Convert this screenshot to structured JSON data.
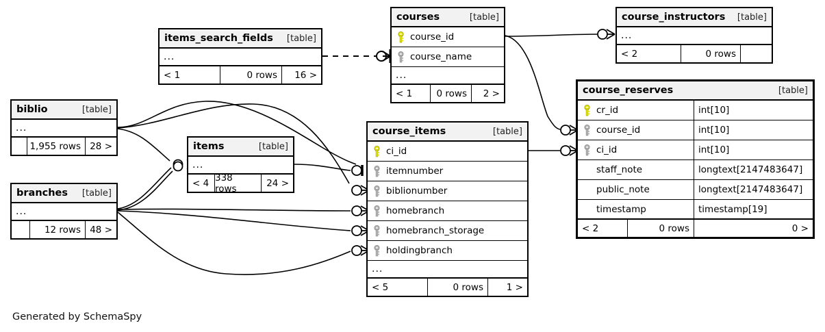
{
  "diagram": {
    "caption": "Generated by SchemaSpy",
    "table_tag": "[table]",
    "ellipsis": "...",
    "colors": {
      "primary_key": "#e8e80c",
      "foreign_key": "#b3b3b3",
      "header_bg": "#f2f2f2",
      "border": "#000000",
      "background": "#ffffff"
    }
  },
  "tables": [
    {
      "id": "items_search_fields",
      "name": "items_search_fields",
      "tag": "[table]",
      "has_ellipsis_row": true,
      "columns": [],
      "footer": {
        "left": "< 1",
        "mid": "0 rows",
        "right": "16 >",
        "blank": false
      }
    },
    {
      "id": "courses",
      "name": "courses",
      "tag": "[table]",
      "has_ellipsis_row": true,
      "columns": [
        {
          "name": "course_id",
          "key": "primary",
          "type": ""
        },
        {
          "name": "course_name",
          "key": "foreign",
          "type": ""
        }
      ],
      "footer": {
        "left": "< 1",
        "mid": "0 rows",
        "right": "2 >",
        "blank": false
      }
    },
    {
      "id": "course_instructors",
      "name": "course_instructors",
      "tag": "[table]",
      "has_ellipsis_row": true,
      "columns": [],
      "footer": {
        "left": "< 2",
        "mid": "0 rows",
        "right": "",
        "blank": true
      }
    },
    {
      "id": "biblio",
      "name": "biblio",
      "tag": "[table]",
      "has_ellipsis_row": true,
      "columns": [],
      "footer": {
        "left": "",
        "mid": "1,955 rows",
        "right": "28 >",
        "blank": false
      }
    },
    {
      "id": "branches",
      "name": "branches",
      "tag": "[table]",
      "has_ellipsis_row": true,
      "columns": [],
      "footer": {
        "left": "",
        "mid": "12 rows",
        "right": "48 >",
        "blank": false
      }
    },
    {
      "id": "items",
      "name": "items",
      "tag": "[table]",
      "has_ellipsis_row": true,
      "columns": [],
      "footer": {
        "left": "< 4",
        "mid": "338 rows",
        "right": "24 >",
        "blank": false
      }
    },
    {
      "id": "course_items",
      "name": "course_items",
      "tag": "[table]",
      "has_ellipsis_row": true,
      "columns": [
        {
          "name": "ci_id",
          "key": "primary",
          "type": ""
        },
        {
          "name": "itemnumber",
          "key": "foreign",
          "type": ""
        },
        {
          "name": "biblionumber",
          "key": "foreign",
          "type": ""
        },
        {
          "name": "homebranch",
          "key": "foreign",
          "type": ""
        },
        {
          "name": "homebranch_storage",
          "key": "foreign",
          "type": ""
        },
        {
          "name": "holdingbranch",
          "key": "foreign",
          "type": ""
        }
      ],
      "footer": {
        "left": "< 5",
        "mid": "0 rows",
        "right": "1 >",
        "blank": false
      }
    },
    {
      "id": "course_reserves",
      "name": "course_reserves",
      "tag": "[table]",
      "has_ellipsis_row": false,
      "columns": [
        {
          "name": "cr_id",
          "key": "primary",
          "type": "int[10]"
        },
        {
          "name": "course_id",
          "key": "foreign",
          "type": "int[10]"
        },
        {
          "name": "ci_id",
          "key": "foreign",
          "type": "int[10]"
        },
        {
          "name": "staff_note",
          "key": "none",
          "type": "longtext[2147483647]"
        },
        {
          "name": "public_note",
          "key": "none",
          "type": "longtext[2147483647]"
        },
        {
          "name": "timestamp",
          "key": "none",
          "type": "timestamp[19]"
        }
      ],
      "footer": {
        "left": "< 2",
        "mid": "0 rows",
        "right": "0 >",
        "blank": false
      }
    }
  ],
  "relationships": [
    {
      "from": "items_search_fields",
      "to": "courses",
      "style": "dashed"
    },
    {
      "from": "courses",
      "to": "course_instructors",
      "style": "solid"
    },
    {
      "from": "courses",
      "to": "course_reserves.course_id",
      "style": "solid"
    },
    {
      "from": "course_items.ci_id",
      "to": "course_reserves.ci_id",
      "style": "solid"
    },
    {
      "from": "items",
      "to": "course_items.itemnumber",
      "style": "solid"
    },
    {
      "from": "biblio",
      "to": "items",
      "style": "solid"
    },
    {
      "from": "biblio",
      "to": "course_items.biblionumber",
      "style": "solid"
    },
    {
      "from": "branches",
      "to": "items",
      "style": "solid"
    },
    {
      "from": "branches",
      "to": "course_items.homebranch",
      "style": "solid"
    },
    {
      "from": "branches",
      "to": "course_items.homebranch_storage",
      "style": "solid"
    },
    {
      "from": "branches",
      "to": "course_items.holdingbranch",
      "style": "solid"
    }
  ]
}
